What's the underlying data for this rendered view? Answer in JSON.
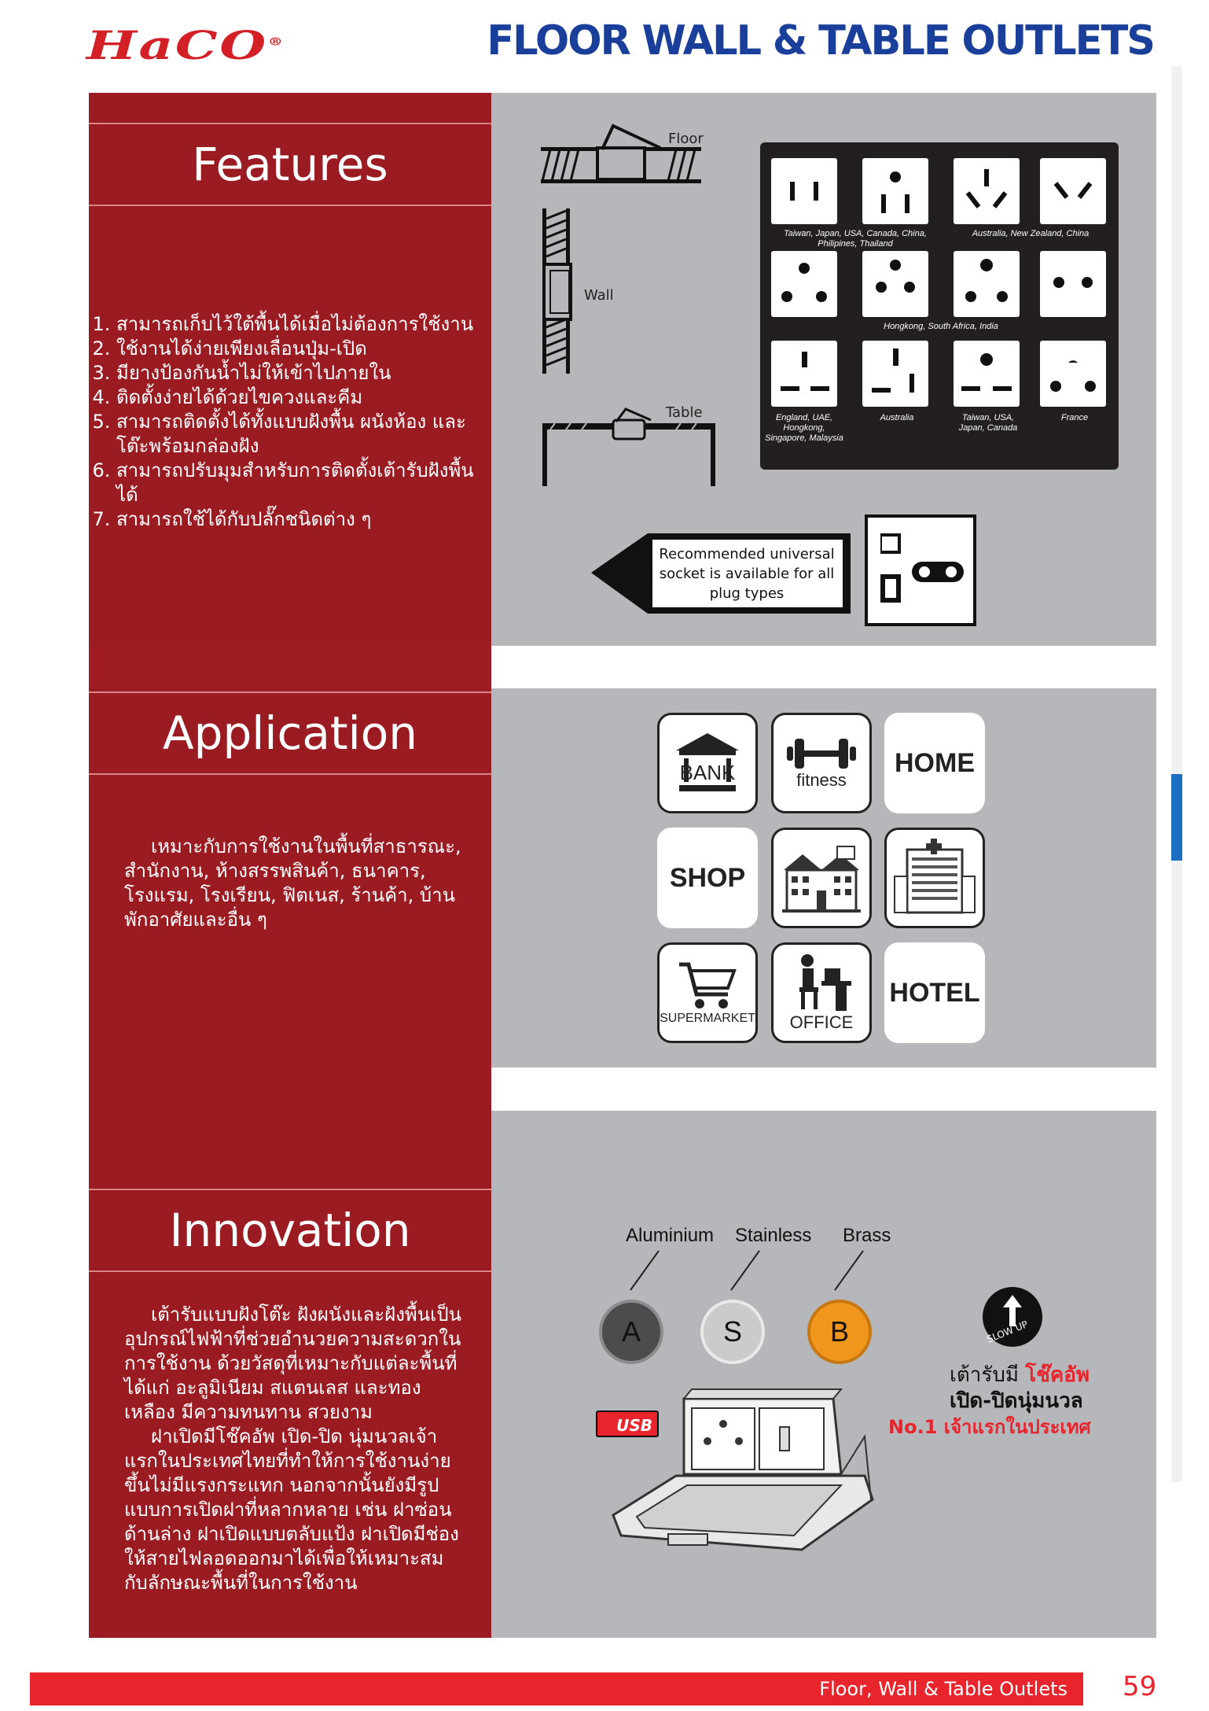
{
  "header": {
    "brand": "HaCO",
    "brand_mark": "®",
    "title": "FLOOR WALL & TABLE OUTLETS"
  },
  "features": {
    "title": "Features",
    "items": [
      "สามารถเก็บไว้ใต้พื้นได้เมื่อไม่ต้องการใช้งาน",
      "ใช้งานได้ง่ายเพียงเลื่อนปุ่ม-เปิด",
      "มียางป้องกันน้ำไม่ให้เข้าไปภายใน",
      "ติดตั้งง่ายได้ด้วยไขควงและคีม",
      "สามารถติดตั้งได้ทั้งแบบฝังพื้น ผนังห้อง และโต๊ะพร้อมกล่องฝัง",
      "สามารถปรับมุมสำหรับการติดตั้งเต้ารับฝังพื้นได้",
      "สามารถใช้ได้กับปลั๊กชนิดต่าง ๆ"
    ],
    "diagram_labels": {
      "floor": "Floor",
      "wall": "Wall",
      "table": "Table"
    },
    "plug_captions": {
      "row1_left": "Taiwan, Japan, USA, Canada, China, Philipines, Thailand",
      "row1_right": "Australia, New Zealand, China",
      "row2": "Hongkong, South Africa, India",
      "row3_1": "England, UAE, Hongkong, Singapore, Malaysia",
      "row3_2": "Australia",
      "row3_3": "Taiwan, USA, Japan, Canada",
      "row3_4": "France"
    },
    "recommend_text": "Recommended universal socket is available for all plug types"
  },
  "application": {
    "title": "Application",
    "body": "เหมาะกับการใช้งานในพื้นที่สาธารณะ, สำนักงาน, ห้างสรรพสินค้า, ธนาคาร, โรงแรม, โรงเรียน, ฟิตเนส, ร้านค้า, บ้านพักอาศัยและอื่น ๆ",
    "tiles": {
      "bank": "BANK",
      "fitness": "fitness",
      "home": "HOME",
      "shop": "SHOP",
      "supermarket": "SUPERMARKET",
      "office": "OFFICE",
      "hotel": "HOTEL"
    }
  },
  "innovation": {
    "title": "Innovation",
    "body_1": "เต้ารับแบบฝังโต๊ะ ฝังผนังและฝังพื้นเป็นอุปกรณ์ไฟฟ้าที่ช่วยอำนวยความสะดวกในการใช้งาน ด้วยวัสดุที่เหมาะกับแต่ละพื้นที่ ได้แก่ อะลูมิเนียม สแตนเลส และทองเหลือง มีความทนทาน สวยงาม",
    "body_2": "ฝาเปิดมีโช๊คอัพ เปิด-ปิด นุ่มนวลเจ้าแรกในประเทศไทยที่ทำให้การใช้งานง่ายขึ้นไม่มีแรงกระแทก นอกจากนั้นยังมีรูปแบบการเปิดฝาที่หลากหลาย เช่น ฝาซ่อนด้านล่าง ฝาเปิดแบบตลับแป้ง ฝาเปิดมีช่องให้สายไฟลอดออกมาได้เพื่อให้เหมาะสมกับลักษณะพื้นที่ในการใช้งาน",
    "finishes": [
      {
        "label": "Aluminium",
        "letter": "A",
        "color": "#4a4c4e"
      },
      {
        "label": "Stainless",
        "letter": "S",
        "color": "#c9cbcd"
      },
      {
        "label": "Brass",
        "letter": "B",
        "color": "#f0961c"
      }
    ],
    "slow_up": "SLOW UP",
    "usb": "USB",
    "promo_line1_a": "เต้ารับมี ",
    "promo_line1_b": "โช๊คอัพ",
    "promo_line2": "เปิด-ปิดนุ่มนวล",
    "promo_line3": "No.1 เจ้าแรกในประเทศ",
    "accent_red": "#e8242c"
  },
  "footer": {
    "text": "Floor, Wall & Table Outlets",
    "page": "59"
  }
}
